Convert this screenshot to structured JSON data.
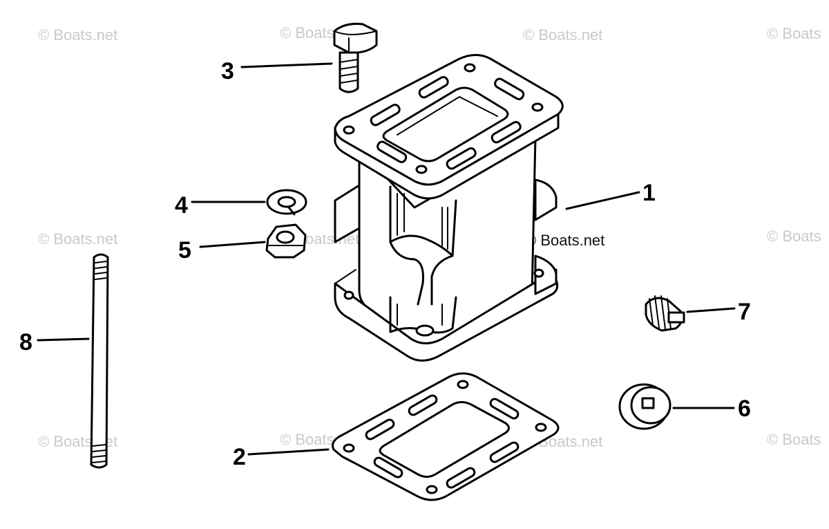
{
  "watermark": {
    "text": "© Boats.net",
    "text_cut": "© Boats",
    "color": "#c9c9c9",
    "center_text": "© Boats.net"
  },
  "parts": [
    {
      "number": "1",
      "name": "riser"
    },
    {
      "number": "2",
      "name": "gasket"
    },
    {
      "number": "3",
      "name": "bolt"
    },
    {
      "number": "4",
      "name": "lock washer"
    },
    {
      "number": "5",
      "name": "nut"
    },
    {
      "number": "6",
      "name": "plug"
    },
    {
      "number": "7",
      "name": "plug"
    },
    {
      "number": "8",
      "name": "stud"
    }
  ]
}
